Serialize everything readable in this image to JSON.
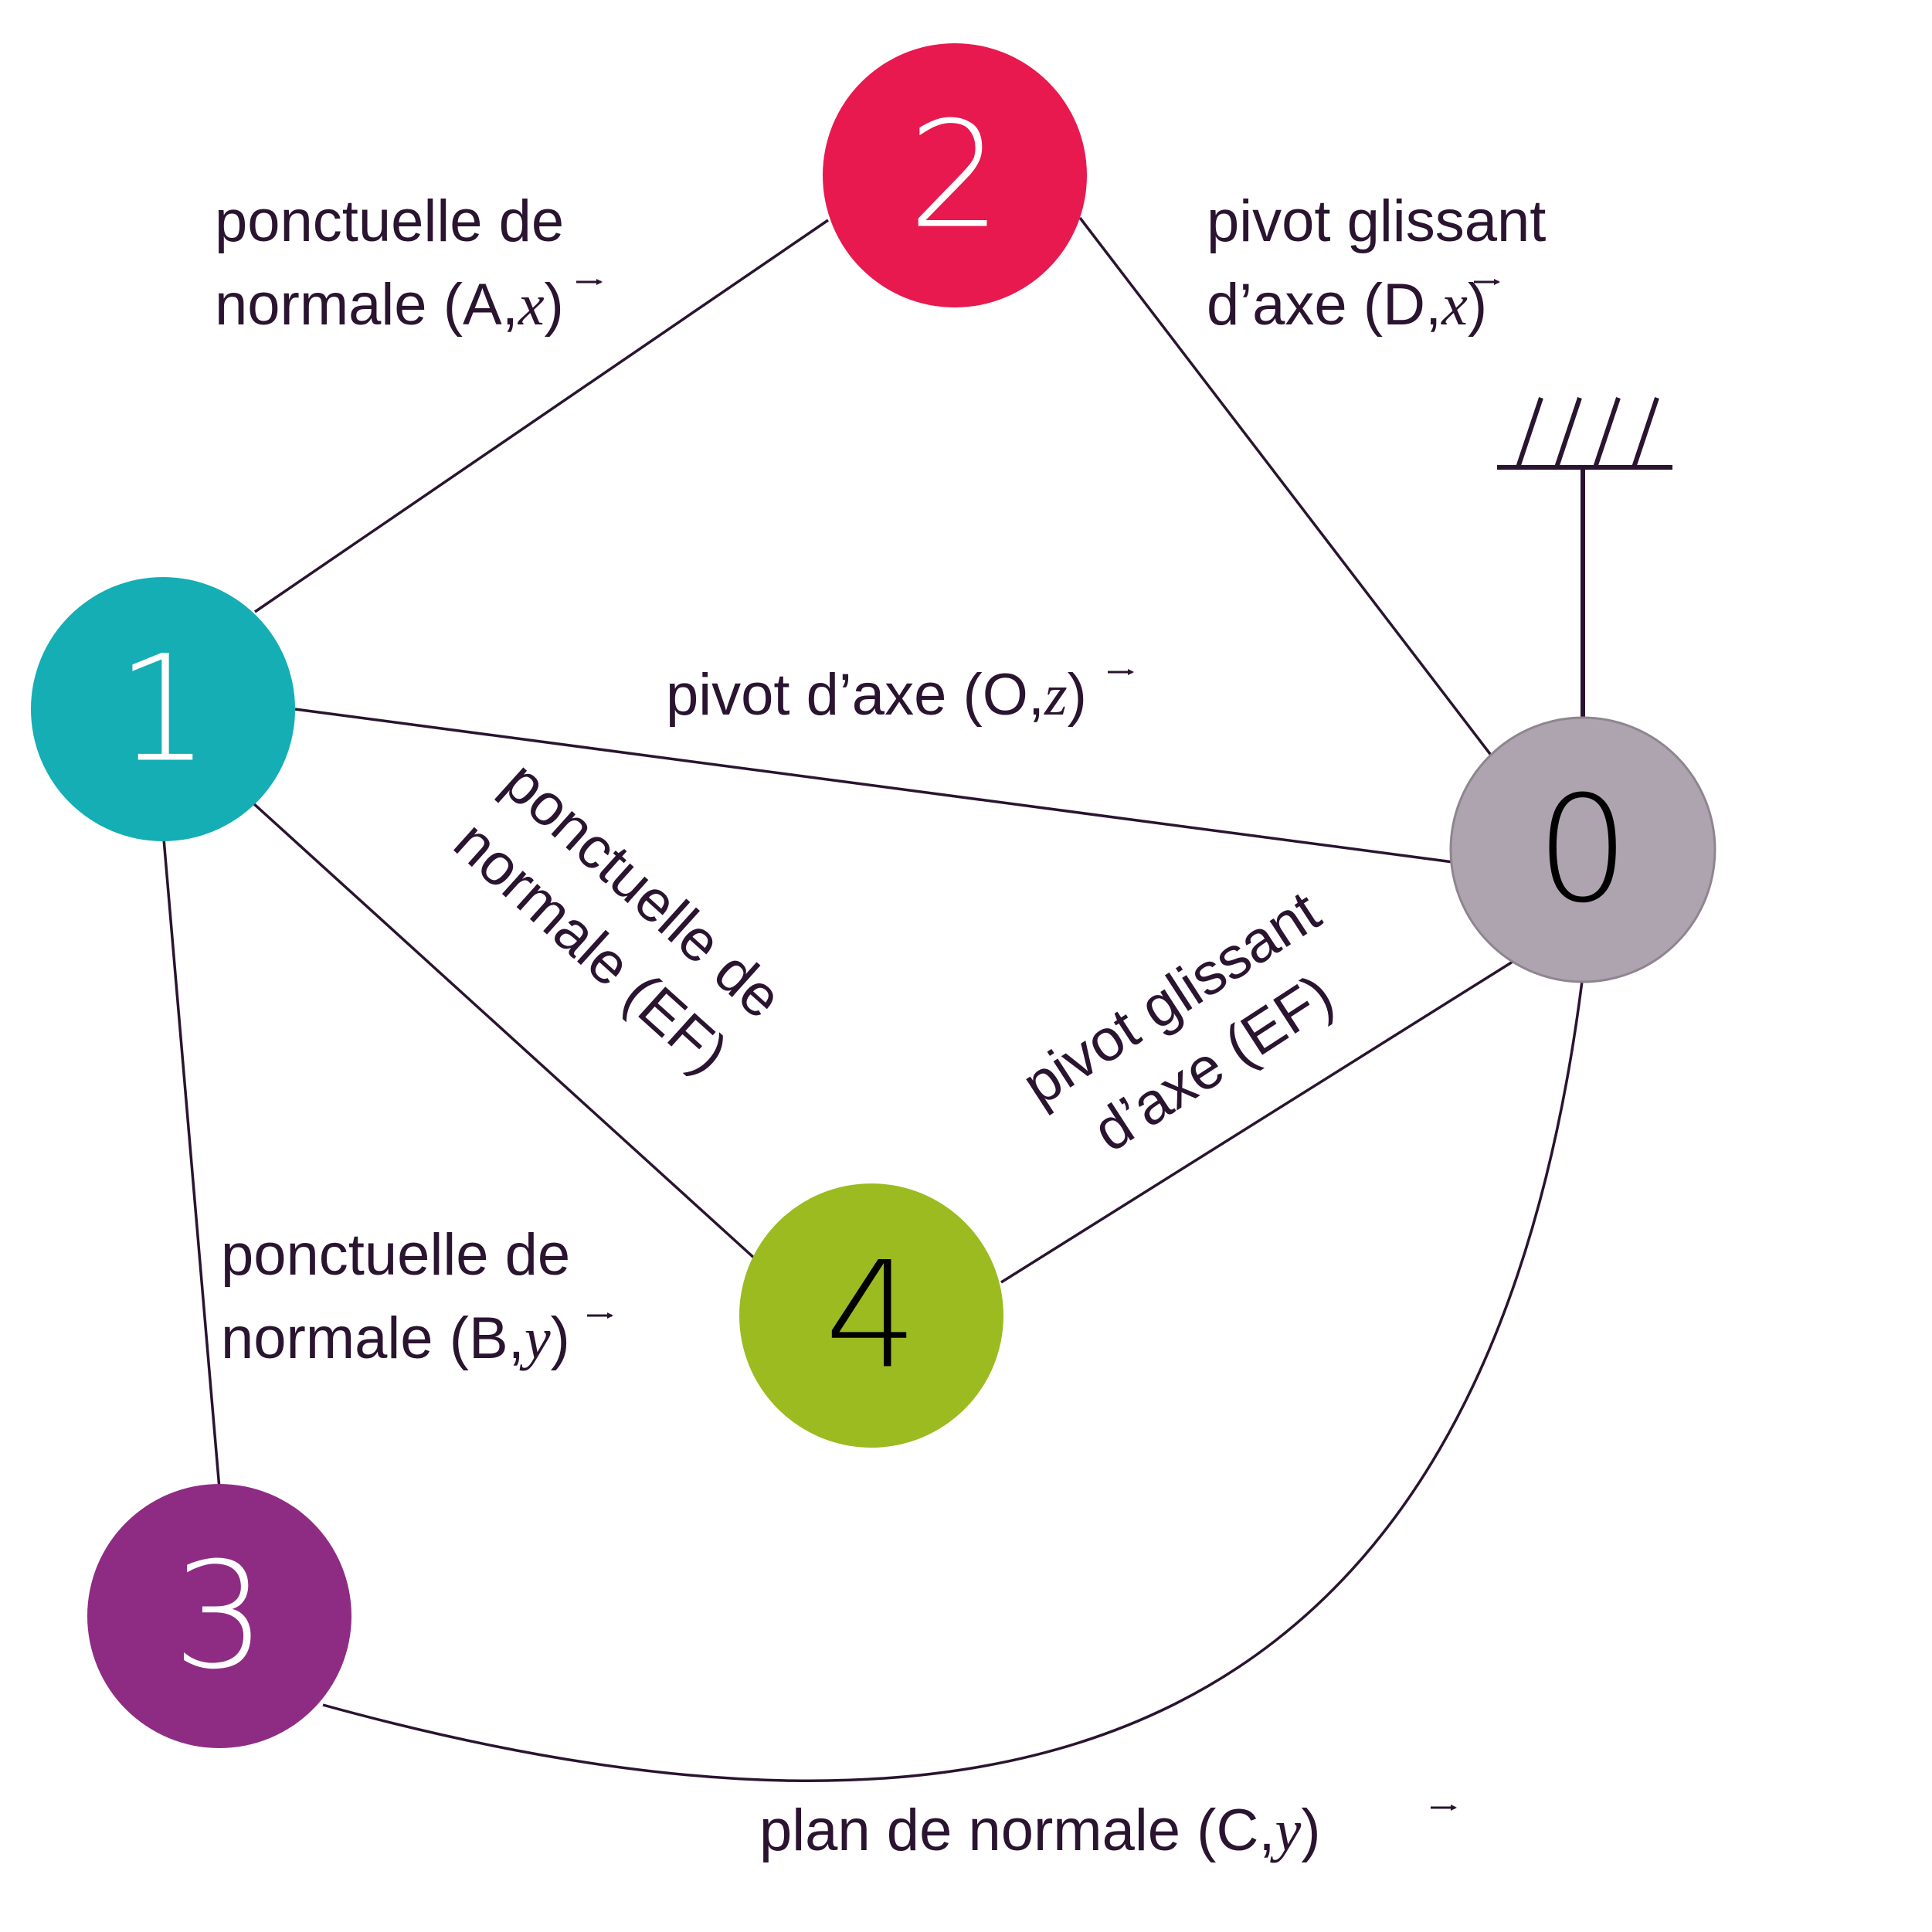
{
  "nodes": [
    {
      "id": "0",
      "label": "0",
      "color": "#aea4af",
      "text_color": "#000000"
    },
    {
      "id": "1",
      "label": "1",
      "color": "#14aeb4",
      "text_color": "#ffffff"
    },
    {
      "id": "2",
      "label": "2",
      "color": "#e8194f",
      "text_color": "#ffffff"
    },
    {
      "id": "3",
      "label": "3",
      "color": "#8e2c84",
      "text_color": "#ffffff"
    },
    {
      "id": "4",
      "label": "4",
      "color": "#9bbb21",
      "text_color": "#000000"
    }
  ],
  "links": {
    "l12": {
      "line1": "ponctuelle de",
      "line2_text": "normale (A,",
      "vec": "x",
      "close": ")"
    },
    "l20": {
      "line1": "pivot glissant",
      "line2_text": "d’axe (D,",
      "vec": "x",
      "close": ")"
    },
    "l10": {
      "line1_text": "pivot d’axe (O,",
      "vec": "z",
      "close": ")"
    },
    "l14": {
      "line1": "ponctuelle de",
      "line2": "normale (EF)"
    },
    "l40": {
      "line1": "pivot glissant",
      "line2": "d’axe (EF)"
    },
    "l13": {
      "line1": "ponctuelle de",
      "line2_text": "normale (B,",
      "vec": "y",
      "close": ")"
    },
    "l30": {
      "line1_text": "plan de normale (C,",
      "vec": "y",
      "close": ")"
    }
  },
  "colors": {
    "edge": "#2a1430",
    "text": "#2a1430"
  }
}
